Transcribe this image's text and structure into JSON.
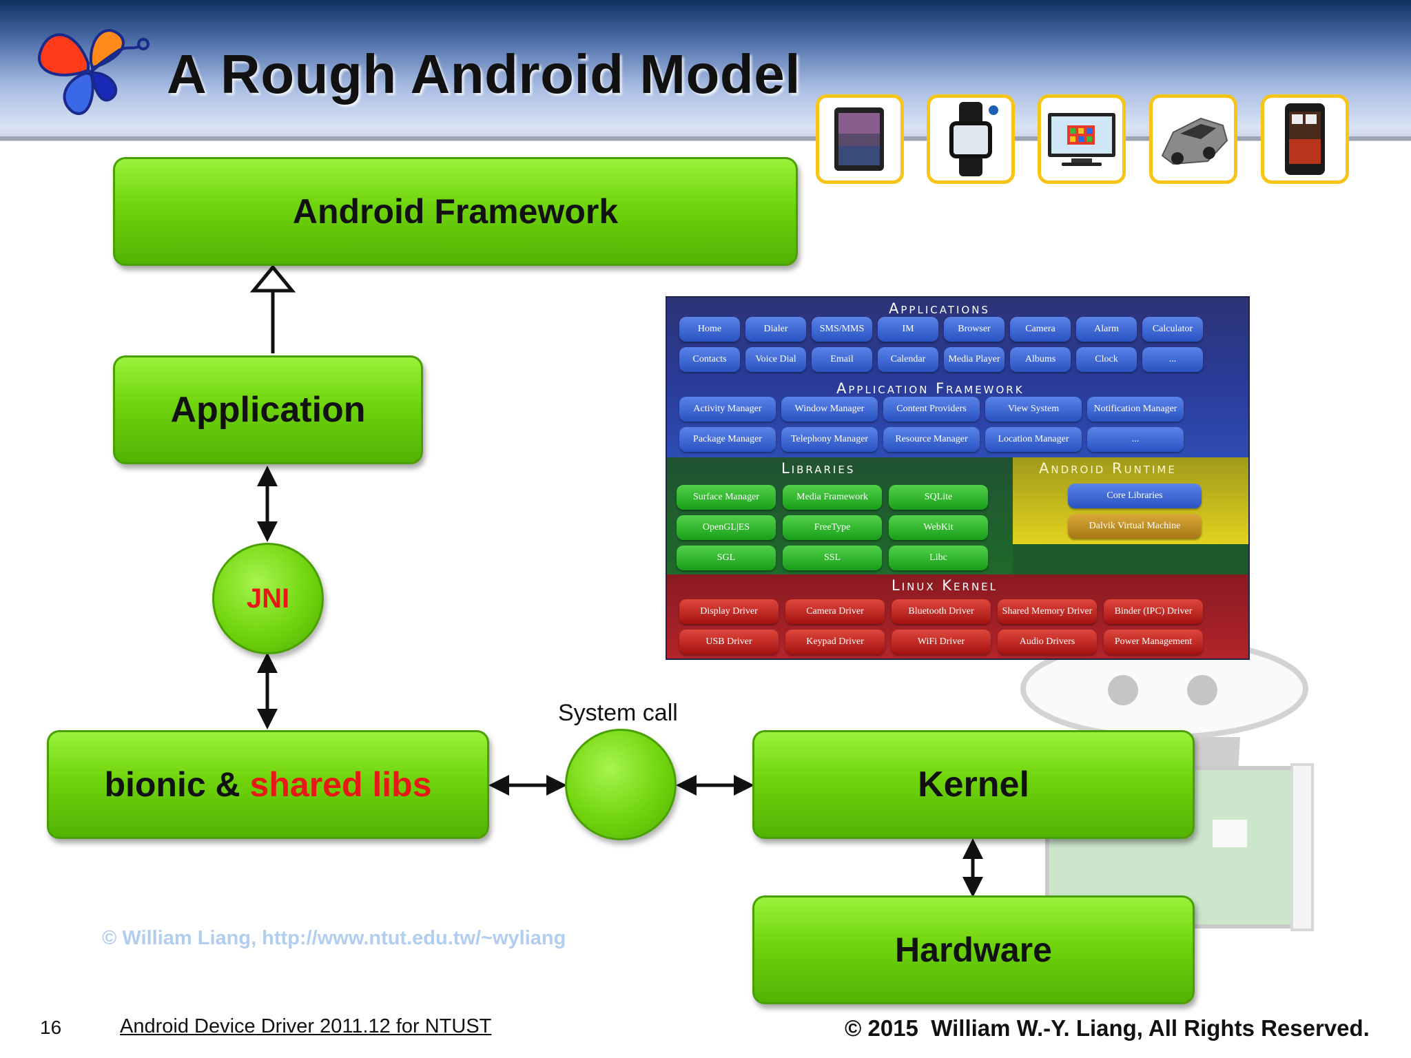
{
  "slide": {
    "title": "A Rough Android Model",
    "page_number": "16",
    "course": "Android Device Driver 2011.12 for NTUST",
    "copyright_symbol": "©",
    "copyright": "2015  William W.-Y. Liang, All Rights Reserved.",
    "watermark": "© William Liang, http://www.ntut.edu.tw/~wyliang"
  },
  "devices": [
    "tablet-icon",
    "smartwatch-icon",
    "tv-icon",
    "car-icon",
    "phone-icon"
  ],
  "diagram": {
    "framework": "Android Framework",
    "application": "Application",
    "jni": "JNI",
    "bionic_prefix": "bionic & ",
    "bionic_highlight": "shared libs",
    "system_call": "System call",
    "kernel": "Kernel",
    "hardware": "Hardware"
  },
  "stack": {
    "applications": {
      "title": "Applications",
      "row1": [
        "Home",
        "Dialer",
        "SMS/MMS",
        "IM",
        "Browser",
        "Camera",
        "Alarm",
        "Calculator"
      ],
      "row2": [
        "Contacts",
        "Voice Dial",
        "Email",
        "Calendar",
        "Media Player",
        "Albums",
        "Clock",
        "..."
      ]
    },
    "framework": {
      "title": "Application Framework",
      "row1": [
        "Activity Manager",
        "Window Manager",
        "Content Providers",
        "View System",
        "Notification Manager"
      ],
      "row2": [
        "Package Manager",
        "Telephony Manager",
        "Resource Manager",
        "Location Manager",
        "..."
      ]
    },
    "libraries": {
      "title": "Libraries",
      "row1": [
        "Surface Manager",
        "Media Framework",
        "SQLite"
      ],
      "row2": [
        "OpenGL|ES",
        "FreeType",
        "WebKit"
      ],
      "row3": [
        "SGL",
        "SSL",
        "Libc"
      ]
    },
    "runtime": {
      "title": "Android Runtime",
      "items": [
        "Core Libraries",
        "Dalvik Virtual Machine"
      ]
    },
    "kernel": {
      "title": "Linux Kernel",
      "row1": [
        "Display Driver",
        "Camera Driver",
        "Bluetooth Driver",
        "Shared Memory Driver",
        "Binder (IPC) Driver"
      ],
      "row2": [
        "USB Driver",
        "Keypad Driver",
        "WiFi Driver",
        "Audio Drivers",
        "Power Management"
      ]
    }
  },
  "colors": {
    "box_green": "#6fd40c",
    "accent_red": "#e81818",
    "device_border": "#f7c518"
  }
}
